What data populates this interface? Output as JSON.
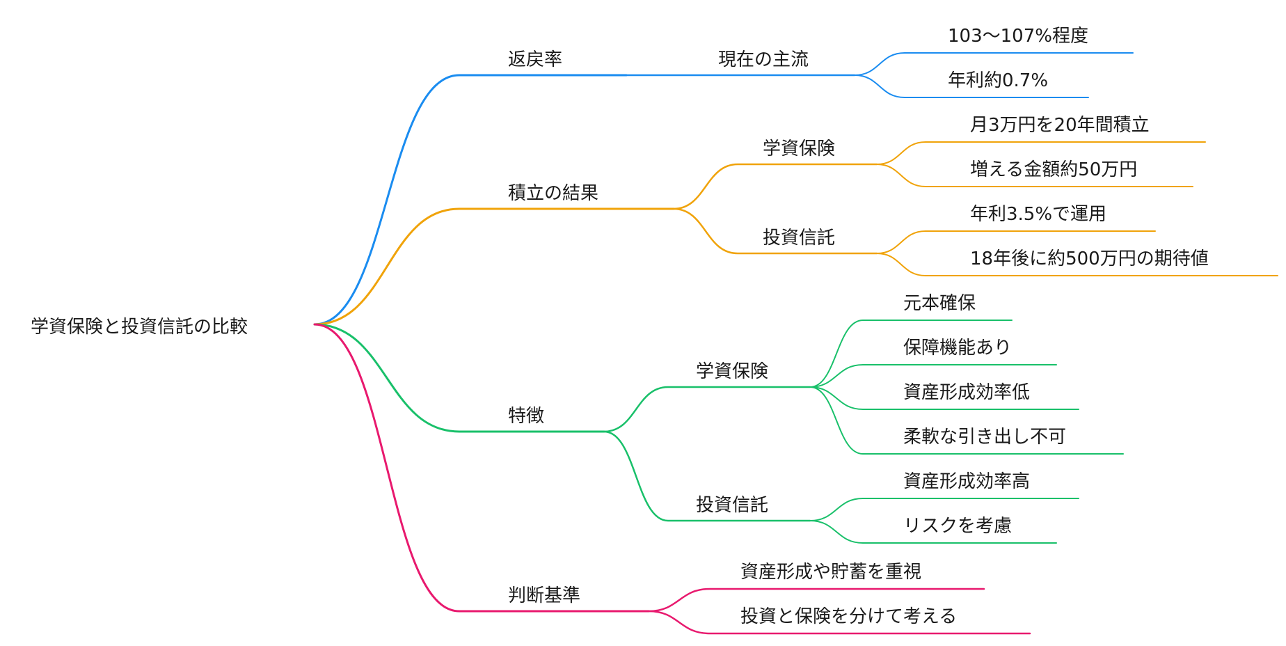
{
  "root": {
    "label": "学資保険と投資信託の比較"
  },
  "branches": [
    {
      "id": "return",
      "label": "返戻率",
      "color": "#1a8cf0",
      "children": [
        {
          "label": "現在の主流",
          "children": [
            {
              "label": "103〜107%程度"
            },
            {
              "label": "年利約0.7%"
            }
          ]
        }
      ]
    },
    {
      "id": "result",
      "label": "積立の結果",
      "color": "#f0a30a",
      "children": [
        {
          "label": "学資保険",
          "children": [
            {
              "label": "月3万円を20年間積立"
            },
            {
              "label": "増える金額約50万円"
            }
          ]
        },
        {
          "label": "投資信託",
          "children": [
            {
              "label": "年利3.5%で運用"
            },
            {
              "label": "18年後に約500万円の期待値"
            }
          ]
        }
      ]
    },
    {
      "id": "features",
      "label": "特徴",
      "color": "#19c06a",
      "children": [
        {
          "label": "学資保険",
          "children": [
            {
              "label": "元本確保"
            },
            {
              "label": "保障機能あり"
            },
            {
              "label": "資産形成効率低"
            },
            {
              "label": "柔軟な引き出し不可"
            }
          ]
        },
        {
          "label": "投資信託",
          "children": [
            {
              "label": "資産形成効率高"
            },
            {
              "label": "リスクを考慮"
            }
          ]
        }
      ]
    },
    {
      "id": "criteria",
      "label": "判断基準",
      "color": "#e8196e",
      "children": [
        {
          "label": "資産形成や貯蓄を重視"
        },
        {
          "label": "投資と保険を分けて考える"
        }
      ]
    }
  ]
}
